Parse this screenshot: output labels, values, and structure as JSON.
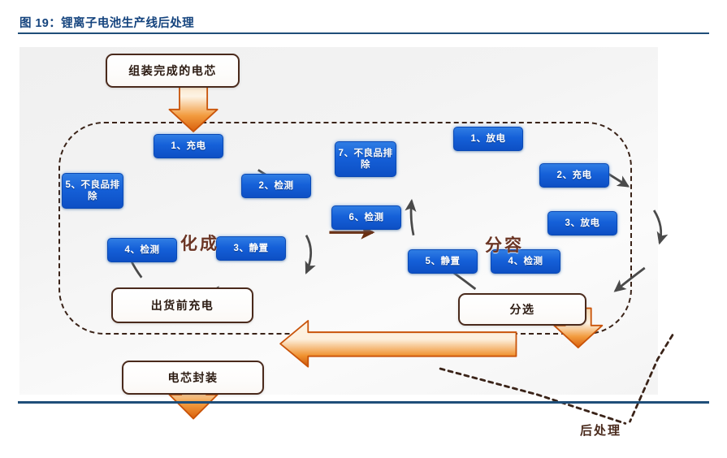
{
  "figure": {
    "caption": "图 19：锂离子电池生产线后处理"
  },
  "diagram": {
    "input_box": {
      "label": "组装完成的电芯"
    },
    "section_labels": {
      "formation": "化成",
      "grading": "分容",
      "postprocess": "后处理"
    },
    "formation_steps": [
      {
        "id": "hc-1",
        "label": "1、充电"
      },
      {
        "id": "hc-2",
        "label": "2、检测"
      },
      {
        "id": "hc-3",
        "label": "3、静置"
      },
      {
        "id": "hc-4",
        "label": "4、检测"
      },
      {
        "id": "hc-5",
        "label": "5、不良品排除"
      }
    ],
    "grading_steps": [
      {
        "id": "fr-1",
        "label": "1、放电"
      },
      {
        "id": "fr-2",
        "label": "2、充电"
      },
      {
        "id": "fr-3",
        "label": "3、放电"
      },
      {
        "id": "fr-4",
        "label": "4、检测"
      },
      {
        "id": "fr-5",
        "label": "5、静置"
      },
      {
        "id": "fr-6",
        "label": "6、检测"
      },
      {
        "id": "fr-7",
        "label": "7、不良品排除"
      }
    ],
    "output_boxes": {
      "sorting": "分选",
      "precharge": "出货前充电",
      "packaging": "电芯封装"
    },
    "colors": {
      "title_blue": "#15447e",
      "rule_blue": "#1f4e79",
      "step_blue": "#1560d8",
      "outline_brown": "#4a2a1c",
      "label_brown": "#6b3524",
      "arrow_orange": "#e06a15",
      "arrow_gray": "#4a4a4a",
      "panel_gray": "#f2f2f2"
    }
  }
}
